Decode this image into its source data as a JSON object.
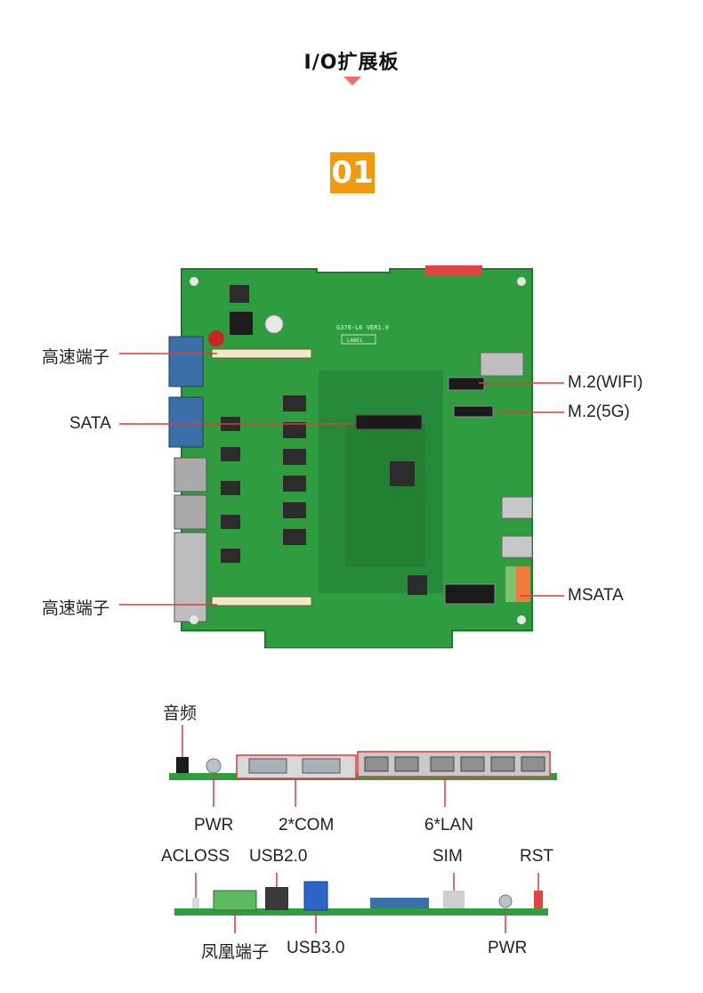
{
  "section_title": "I/O扩展板",
  "section_number": "01",
  "board_labels": {
    "left_top": "高速端子",
    "left_mid": "SATA",
    "left_bottom": "高速端子",
    "right_wifi": "M.2(WIFI)",
    "right_5g": "M.2(5G)",
    "right_msata": "MSATA"
  },
  "board_silkscreen": {
    "model": "G370-L6 VER1.0",
    "label_box": "LABEL"
  },
  "side_view_1": {
    "top_label": "音频",
    "pwr": "PWR",
    "com": "2*COM",
    "lan": "6*LAN"
  },
  "side_view_2": {
    "acloss": "ACLOSS",
    "usb2": "USB2.0",
    "sim": "SIM",
    "rst": "RST",
    "phoenix": "凤凰端子",
    "usb3": "USB3.0",
    "pwr": "PWR"
  },
  "colors": {
    "accent": "#f39a0b",
    "arrow": "#f06d6a",
    "pcb_green": "#2e9e3e",
    "callout_line": "#e03a3a"
  }
}
